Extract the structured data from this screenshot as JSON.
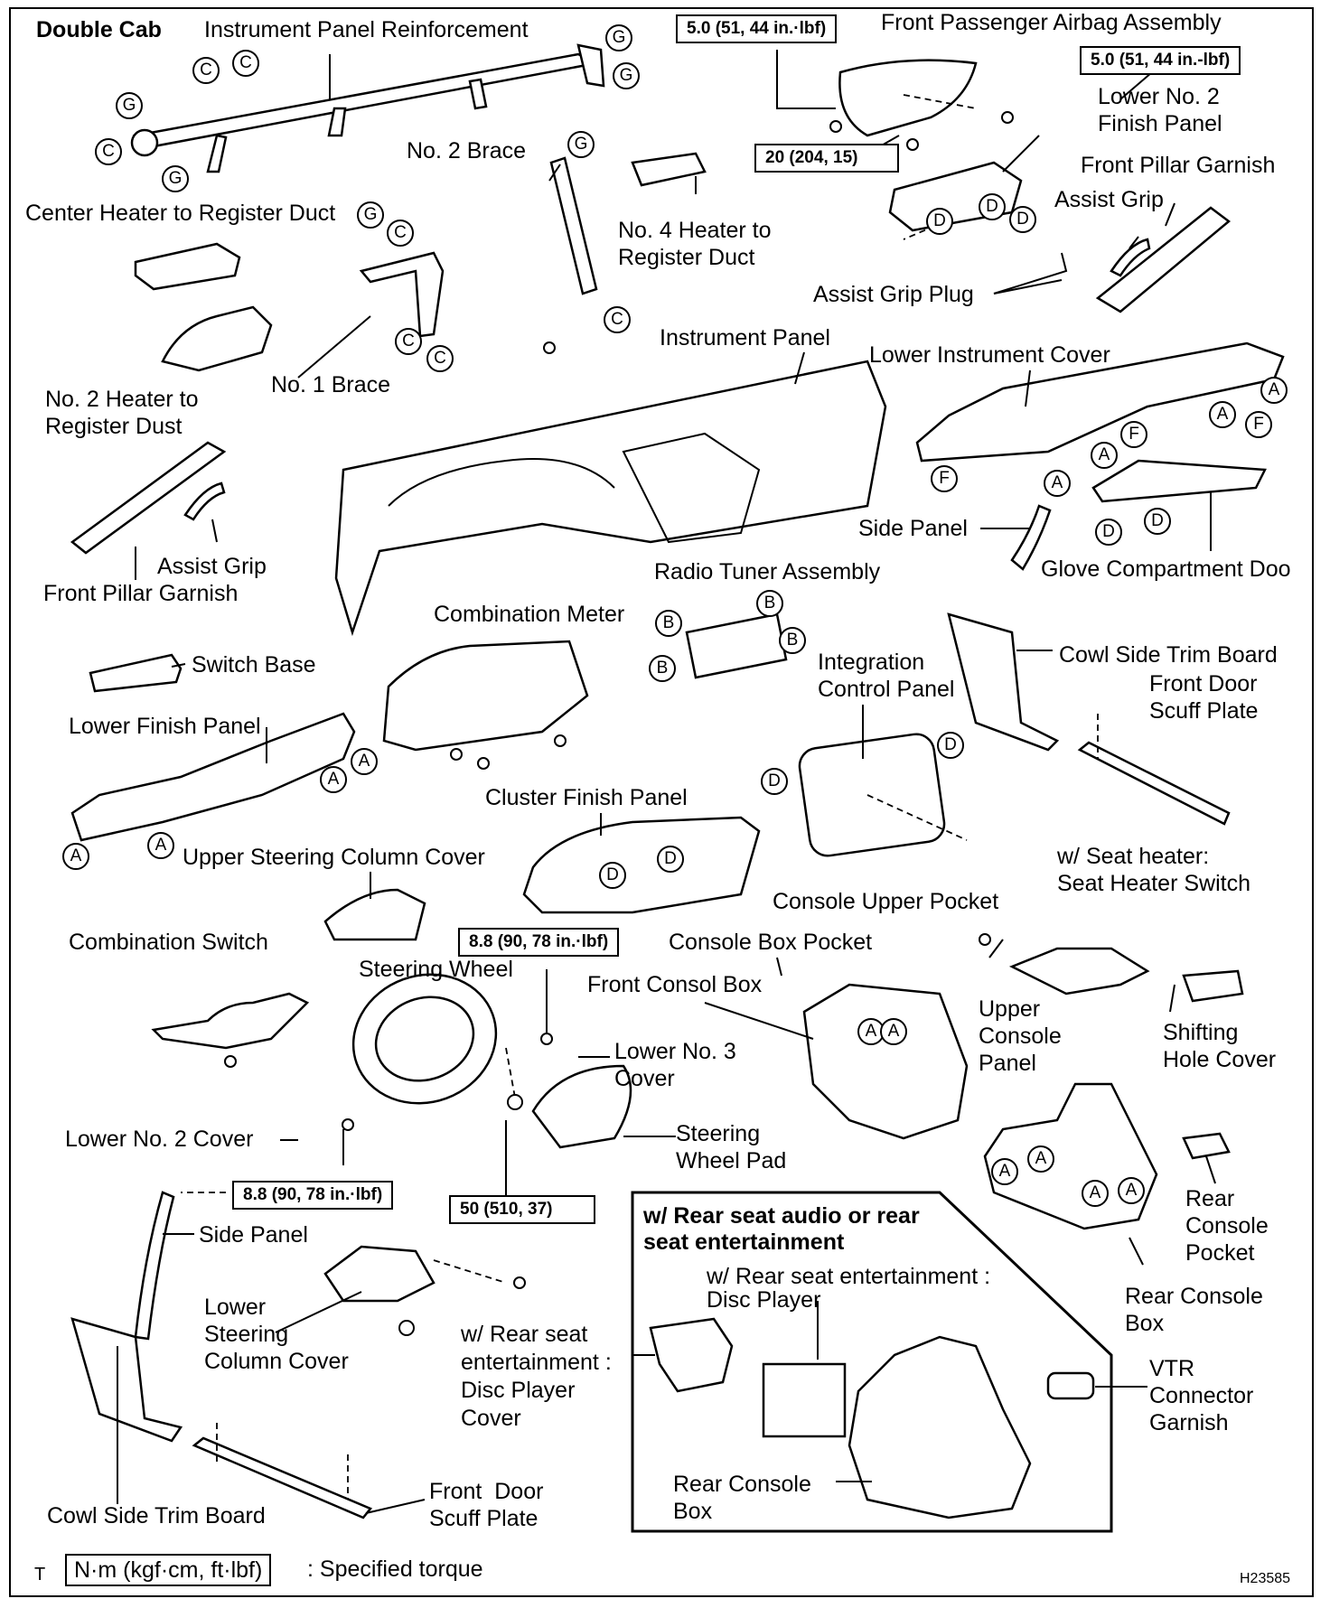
{
  "title": "Double Cab",
  "labels": {
    "instrument_panel_reinforcement": "Instrument Panel Reinforcement",
    "front_passenger_airbag": "Front Passenger Airbag Assembly",
    "lower_no2_finish_panel": "Lower No. 2\nFinish Panel",
    "front_pillar_garnish_r": "Front Pillar Garnish",
    "assist_grip_r": "Assist Grip",
    "assist_grip_plug": "Assist Grip Plug",
    "no2_brace": "No. 2 Brace",
    "no4_heater_duct": "No. 4 Heater to\nRegister Duct",
    "center_heater_duct": "Center Heater to Register Duct",
    "no1_brace": "No. 1 Brace",
    "no2_heater_dust": "No. 2 Heater to\nRegister Dust",
    "instrument_panel": "Instrument Panel",
    "lower_instrument_cover": "Lower Instrument Cover",
    "side_panel_r": "Side Panel",
    "glove_compartment": "Glove Compartment Doo",
    "assist_grip_l": "Assist Grip",
    "front_pillar_garnish_l": "Front Pillar Garnish",
    "radio_tuner": "Radio Tuner Assembly",
    "combination_meter": "Combination Meter",
    "switch_base": "Switch Base",
    "cowl_side_trim_r": "Cowl Side Trim Board",
    "front_door_scuff_r": "Front Door\nScuff Plate",
    "integration_control": "Integration\nControl Panel",
    "lower_finish_panel": "Lower Finish Panel",
    "cluster_finish_panel": "Cluster Finish Panel",
    "upper_steering_cover": "Upper Steering Column Cover",
    "seat_heater": "w/ Seat heater:\nSeat Heater Switch",
    "console_upper_pocket": "Console Upper Pocket",
    "combination_switch": "Combination Switch",
    "console_box_pocket": "Console Box Pocket",
    "steering_wheel": "Steering Wheel",
    "front_console_box": "Front Consol Box",
    "lower_no3_cover": "Lower No. 3\nCover",
    "upper_console_panel": "Upper\nConsole\nPanel",
    "shifting_hole_cover": "Shifting\nHole Cover",
    "lower_no2_cover": "Lower No. 2 Cover",
    "steering_wheel_pad": "Steering\nWheel Pad",
    "rear_console_pocket": "Rear\nConsole\nPocket",
    "side_panel_l": "Side Panel",
    "lower_steering_cover": "Lower\nSteering\nColumn Cover",
    "disc_player_cover": "w/ Rear seat\nentertainment :\nDisc Player\nCover",
    "rear_console_box_r": "Rear Console\nBox",
    "disc_player": "w/ Rear seat entertainment :\nDisc Player",
    "vtr_garnish": "VTR\nConnector\nGarnish",
    "rear_console_box_inset": "Rear Console\nBox",
    "cowl_side_trim_l": "Cowl Side Trim Board",
    "front_door_scuff_l": "Front  Door\nScuff Plate",
    "inset_title": "w/ Rear seat audio or rear\nseat entertainment"
  },
  "torques": {
    "airbag_upper": "5.0 (51, 44 in.·lbf)",
    "airbag_right": "5.0 (51, 44 in.-lbf)",
    "airbag_lower": "20 (204, 15)",
    "lower_no3": "8.8 (90, 78 in.·lbf)",
    "lower_no2": "8.8 (90, 78 in.·lbf)",
    "steering_wheel": "50 (510, 37)"
  },
  "legend": {
    "prefix": "T",
    "unit_box": "N·m (kgf·cm, ft·lbf)",
    "text": ": Specified torque"
  },
  "figure_code": "H23585",
  "clip_letters": [
    "A",
    "B",
    "C",
    "D",
    "F",
    "G"
  ]
}
